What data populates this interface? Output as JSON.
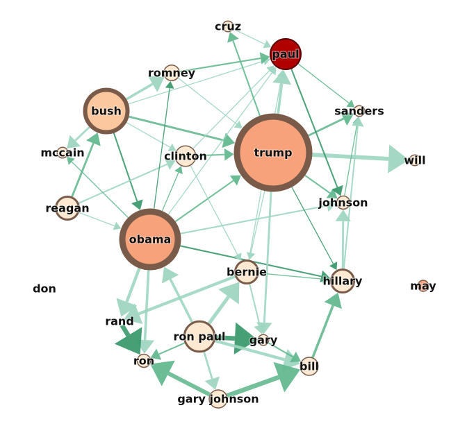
{
  "colors": {
    "edge_dark": "#3c9a6e",
    "edge_mid": "#64b990",
    "edge_light": "#9fd6c2",
    "node_ring": "#7a5a48",
    "node_fill_low": "#fde9d2",
    "node_fill_mid": "#fbc79e",
    "node_fill_high": "#f7a27a",
    "node_fill_max": "#b00000"
  },
  "nodes": [
    {
      "id": "cruz",
      "label": "cruz",
      "level": "low",
      "weight": 0.05
    },
    {
      "id": "paul",
      "label": "paul",
      "level": "max",
      "weight": 0.45
    },
    {
      "id": "romney",
      "label": "romney",
      "level": "low",
      "weight": 0.15
    },
    {
      "id": "bush",
      "label": "bush",
      "level": "low",
      "weight": 0.7
    },
    {
      "id": "sanders",
      "label": "sanders",
      "level": "low",
      "weight": 0.05
    },
    {
      "id": "mccain",
      "label": "mccain",
      "level": "low",
      "weight": 0.05
    },
    {
      "id": "clinton",
      "label": "clinton",
      "level": "low",
      "weight": 0.25
    },
    {
      "id": "trump",
      "label": "trump",
      "level": "high",
      "weight": 1.0
    },
    {
      "id": "will",
      "label": "will",
      "level": "low",
      "weight": 0.05
    },
    {
      "id": "reagan",
      "label": "reagan",
      "level": "low",
      "weight": 0.3
    },
    {
      "id": "johnson",
      "label": "johnson",
      "level": "low",
      "weight": 0.1
    },
    {
      "id": "obama",
      "label": "obama",
      "level": "high",
      "weight": 0.85
    },
    {
      "id": "don",
      "label": "don",
      "level": "low",
      "weight": 0.0
    },
    {
      "id": "bernie",
      "label": "bernie",
      "level": "low",
      "weight": 0.3
    },
    {
      "id": "hillary",
      "label": "hillary",
      "level": "low",
      "weight": 0.3
    },
    {
      "id": "may",
      "label": "may",
      "level": "high",
      "weight": 0.05
    },
    {
      "id": "rand",
      "label": "rand",
      "level": "low",
      "weight": 0.0
    },
    {
      "id": "ron_paul",
      "label": "ron paul",
      "level": "low",
      "weight": 0.45
    },
    {
      "id": "gary",
      "label": "gary",
      "level": "low",
      "weight": 0.05
    },
    {
      "id": "ron",
      "label": "ron",
      "level": "low",
      "weight": 0.1
    },
    {
      "id": "bill",
      "label": "bill",
      "level": "low",
      "weight": 0.2
    },
    {
      "id": "gary_johnson",
      "label": "gary johnson",
      "level": "low",
      "weight": 0.2
    }
  ],
  "edges": [
    {
      "source": "bush",
      "target": "romney",
      "weight": 4,
      "shade": "light"
    },
    {
      "source": "bush",
      "target": "mccain",
      "weight": 3,
      "shade": "light"
    },
    {
      "source": "bush",
      "target": "obama",
      "weight": 2,
      "shade": "dark"
    },
    {
      "source": "bush",
      "target": "trump",
      "weight": 3,
      "shade": "mid"
    },
    {
      "source": "bush",
      "target": "paul",
      "weight": 1,
      "shade": "light"
    },
    {
      "source": "bush",
      "target": "clinton",
      "weight": 1,
      "shade": "light"
    },
    {
      "source": "romney",
      "target": "paul",
      "weight": 2,
      "shade": "mid"
    },
    {
      "source": "romney",
      "target": "trump",
      "weight": 1,
      "shade": "light"
    },
    {
      "source": "reagan",
      "target": "bush",
      "weight": 3,
      "shade": "mid"
    },
    {
      "source": "reagan",
      "target": "clinton",
      "weight": 2,
      "shade": "light"
    },
    {
      "source": "reagan",
      "target": "obama",
      "weight": 1,
      "shade": "light"
    },
    {
      "source": "obama",
      "target": "mccain",
      "weight": 1,
      "shade": "mid"
    },
    {
      "source": "obama",
      "target": "romney",
      "weight": 1,
      "shade": "dark"
    },
    {
      "source": "obama",
      "target": "clinton",
      "weight": 1,
      "shade": "mid"
    },
    {
      "source": "obama",
      "target": "trump",
      "weight": 2,
      "shade": "mid"
    },
    {
      "source": "obama",
      "target": "johnson",
      "weight": 2,
      "shade": "light"
    },
    {
      "source": "obama",
      "target": "hillary",
      "weight": 2,
      "shade": "dark"
    },
    {
      "source": "obama",
      "target": "rand",
      "weight": 5,
      "shade": "light"
    },
    {
      "source": "obama",
      "target": "ron",
      "weight": 4,
      "shade": "light"
    },
    {
      "source": "obama",
      "target": "paul",
      "weight": 1,
      "shade": "light"
    },
    {
      "source": "clinton",
      "target": "trump",
      "weight": 2,
      "shade": "mid"
    },
    {
      "source": "trump",
      "target": "cruz",
      "weight": 2,
      "shade": "mid"
    },
    {
      "source": "trump",
      "target": "paul",
      "weight": 4,
      "shade": "light"
    },
    {
      "source": "trump",
      "target": "sanders",
      "weight": 3,
      "shade": "mid"
    },
    {
      "source": "trump",
      "target": "will",
      "weight": 7,
      "shade": "light"
    },
    {
      "source": "trump",
      "target": "johnson",
      "weight": 2,
      "shade": "mid"
    },
    {
      "source": "trump",
      "target": "hillary",
      "weight": 1,
      "shade": "dark"
    },
    {
      "source": "trump",
      "target": "gary",
      "weight": 3,
      "shade": "light"
    },
    {
      "source": "trump",
      "target": "bernie",
      "weight": 1,
      "shade": "light"
    },
    {
      "source": "cruz",
      "target": "paul",
      "weight": 1,
      "shade": "light"
    },
    {
      "source": "paul",
      "target": "sanders",
      "weight": 1,
      "shade": "mid"
    },
    {
      "source": "paul",
      "target": "johnson",
      "weight": 2,
      "shade": "dark"
    },
    {
      "source": "clinton",
      "target": "paul",
      "weight": 1,
      "shade": "light"
    },
    {
      "source": "clinton",
      "target": "bernie",
      "weight": 1,
      "shade": "light"
    },
    {
      "source": "johnson",
      "target": "sanders",
      "weight": 1,
      "shade": "mid"
    },
    {
      "source": "hillary",
      "target": "johnson",
      "weight": 3,
      "shade": "light"
    },
    {
      "source": "hillary",
      "target": "sanders",
      "weight": 2,
      "shade": "light"
    },
    {
      "source": "bernie",
      "target": "hillary",
      "weight": 1,
      "shade": "mid"
    },
    {
      "source": "bernie",
      "target": "paul",
      "weight": 1,
      "shade": "light"
    },
    {
      "source": "bernie",
      "target": "rand",
      "weight": 5,
      "shade": "light"
    },
    {
      "source": "bernie",
      "target": "gary",
      "weight": 2,
      "shade": "light"
    },
    {
      "source": "ron_paul",
      "target": "bernie",
      "weight": 6,
      "shade": "light"
    },
    {
      "source": "ron_paul",
      "target": "obama",
      "weight": 4,
      "shade": "light"
    },
    {
      "source": "ron_paul",
      "target": "gary",
      "weight": 8,
      "shade": "dark"
    },
    {
      "source": "ron_paul",
      "target": "ron",
      "weight": 2,
      "shade": "mid"
    },
    {
      "source": "ron_paul",
      "target": "bill",
      "weight": 5,
      "shade": "light"
    },
    {
      "source": "ron_paul",
      "target": "gary_johnson",
      "weight": 3,
      "shade": "light"
    },
    {
      "source": "rand",
      "target": "ron",
      "weight": 8,
      "shade": "dark"
    },
    {
      "source": "gary_johnson",
      "target": "ron",
      "weight": 7,
      "shade": "mid"
    },
    {
      "source": "gary_johnson",
      "target": "bill",
      "weight": 8,
      "shade": "mid"
    },
    {
      "source": "bill",
      "target": "hillary",
      "weight": 4,
      "shade": "mid"
    },
    {
      "source": "gary",
      "target": "bill",
      "weight": 2,
      "shade": "mid"
    }
  ]
}
